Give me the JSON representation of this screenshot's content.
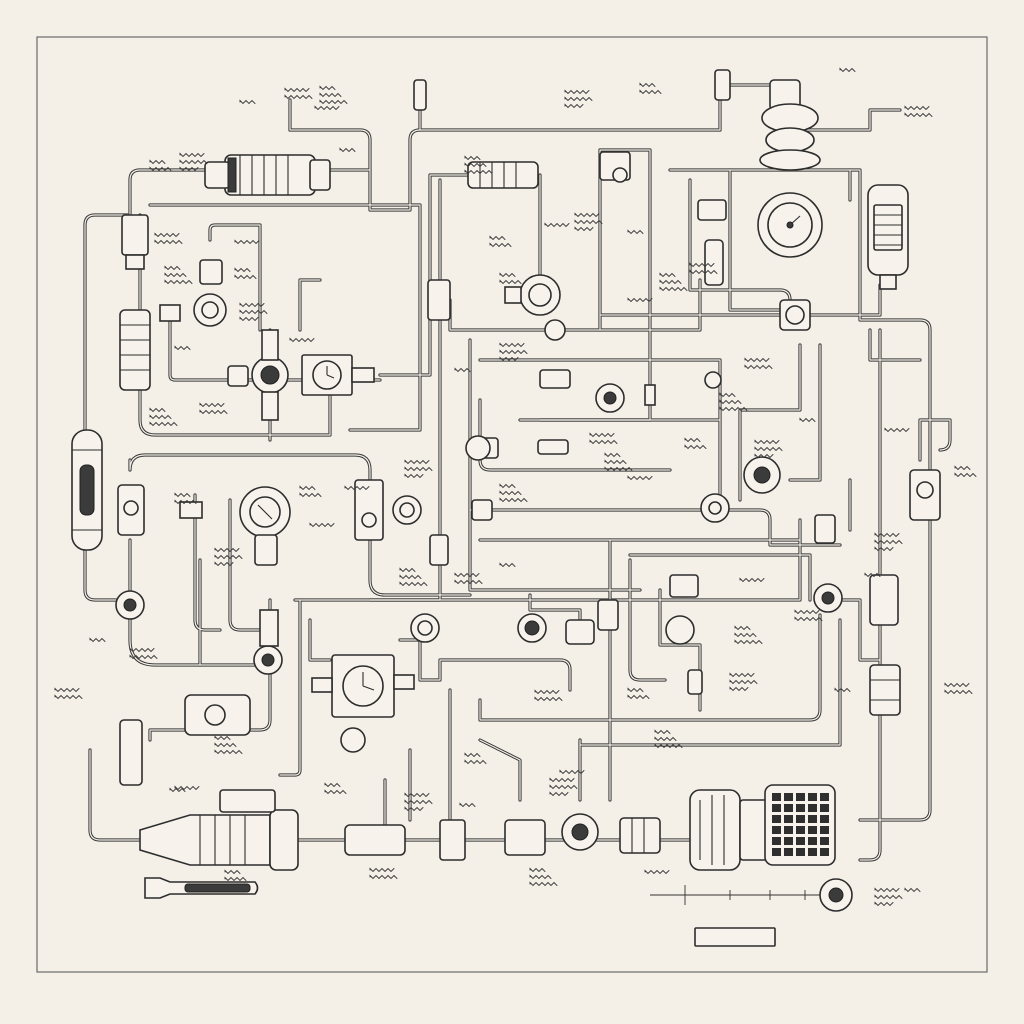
{
  "sheet": {
    "background": "#f4efe7",
    "line_color": "#3a3a3a",
    "frame": true
  },
  "components": [
    {
      "kind": "inline-pump",
      "name": "upper-left-pump"
    },
    {
      "kind": "gauge",
      "name": "left-center-gauge"
    },
    {
      "kind": "gauge",
      "name": "clock-gauge"
    },
    {
      "kind": "gauge",
      "name": "top-right-dial"
    },
    {
      "kind": "filter",
      "name": "right-filter"
    },
    {
      "kind": "valve",
      "name": "top-center-valve"
    },
    {
      "kind": "regulator",
      "name": "top-regulator"
    },
    {
      "kind": "gauge",
      "name": "mid-left-gauge"
    },
    {
      "kind": "gauge",
      "name": "center-gauge"
    },
    {
      "kind": "valve",
      "name": "right-valve"
    },
    {
      "kind": "large-pump",
      "name": "bottom-left-pump"
    },
    {
      "kind": "motor",
      "name": "bottom-motor"
    },
    {
      "kind": "radiator",
      "name": "bottom-right-radiator"
    },
    {
      "kind": "tool",
      "name": "bottom-left-wrench"
    },
    {
      "kind": "tag-strip",
      "name": "bottom-right-tag-strip"
    }
  ],
  "annotations": {
    "style": "illegible-handwritten-scribble",
    "count_approx": 60
  }
}
